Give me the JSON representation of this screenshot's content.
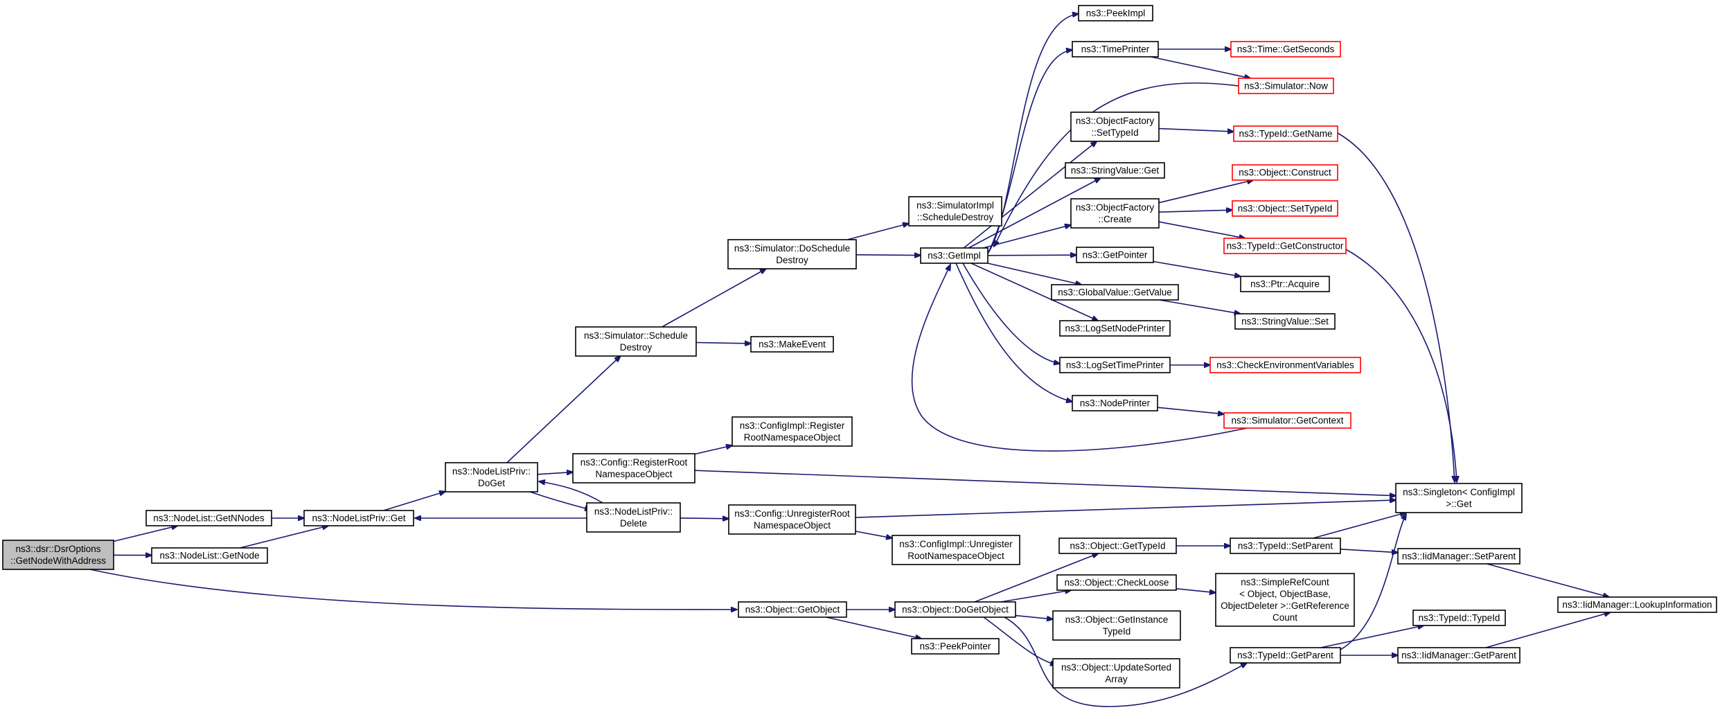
{
  "colors": {
    "edge": "#191970",
    "border": "#000000",
    "border_external": "#ff0000",
    "root_fill": "#bfbfbf"
  },
  "nodes": [
    {
      "id": "root",
      "lines": [
        "ns3::dsr::DsrOptions",
        "::GetNodeWithAddress"
      ],
      "style": "root"
    },
    {
      "id": "getnnodes",
      "lines": [
        "ns3::NodeList::GetNNodes"
      ],
      "style": "normal"
    },
    {
      "id": "getnode",
      "lines": [
        "ns3::NodeList::GetNode"
      ],
      "style": "normal"
    },
    {
      "id": "nlp_get",
      "lines": [
        "ns3::NodeListPriv::Get"
      ],
      "style": "normal"
    },
    {
      "id": "nlp_doget",
      "lines": [
        "ns3::NodeListPriv::",
        "DoGet"
      ],
      "style": "normal"
    },
    {
      "id": "nlp_delete",
      "lines": [
        "ns3::NodeListPriv::",
        "Delete"
      ],
      "style": "normal"
    },
    {
      "id": "sim_schedule_destroy",
      "lines": [
        "ns3::Simulator::Schedule",
        "Destroy"
      ],
      "style": "normal"
    },
    {
      "id": "sim_doschedule_destroy",
      "lines": [
        "ns3::Simulator::DoSchedule",
        "Destroy"
      ],
      "style": "normal"
    },
    {
      "id": "makeevent",
      "lines": [
        "ns3::MakeEvent"
      ],
      "style": "normal"
    },
    {
      "id": "simimpl_scheduledestroy",
      "lines": [
        "ns3::SimulatorImpl",
        "::ScheduleDestroy"
      ],
      "style": "normal"
    },
    {
      "id": "getimpl",
      "lines": [
        "ns3::GetImpl"
      ],
      "style": "normal"
    },
    {
      "id": "config_registerroot",
      "lines": [
        "ns3::Config::RegisterRoot",
        "NamespaceObject"
      ],
      "style": "normal"
    },
    {
      "id": "configimpl_register",
      "lines": [
        "ns3::ConfigImpl::Register",
        "RootNamespaceObject"
      ],
      "style": "normal"
    },
    {
      "id": "config_unregisterroot",
      "lines": [
        "ns3::Config::UnregisterRoot",
        "NamespaceObject"
      ],
      "style": "normal"
    },
    {
      "id": "configimpl_unregister",
      "lines": [
        "ns3::ConfigImpl::Unregister",
        "RootNamespaceObject"
      ],
      "style": "normal"
    },
    {
      "id": "peekimpl",
      "lines": [
        "ns3::PeekImpl"
      ],
      "style": "normal"
    },
    {
      "id": "timeprinter",
      "lines": [
        "ns3::TimePrinter"
      ],
      "style": "normal"
    },
    {
      "id": "time_getseconds",
      "lines": [
        "ns3::Time::GetSeconds"
      ],
      "style": "red"
    },
    {
      "id": "sim_now",
      "lines": [
        "ns3::Simulator::Now"
      ],
      "style": "red"
    },
    {
      "id": "objfactory_settypeid",
      "lines": [
        "ns3::ObjectFactory",
        "::SetTypeId"
      ],
      "style": "normal"
    },
    {
      "id": "typeid_getname",
      "lines": [
        "ns3::TypeId::GetName"
      ],
      "style": "red"
    },
    {
      "id": "stringvalue_get",
      "lines": [
        "ns3::StringValue::Get"
      ],
      "style": "normal"
    },
    {
      "id": "object_construct",
      "lines": [
        "ns3::Object::Construct"
      ],
      "style": "red"
    },
    {
      "id": "objfactory_create",
      "lines": [
        "ns3::ObjectFactory",
        "::Create"
      ],
      "style": "normal"
    },
    {
      "id": "object_settypeid",
      "lines": [
        "ns3::Object::SetTypeId"
      ],
      "style": "red"
    },
    {
      "id": "typeid_getconstructor",
      "lines": [
        "ns3::TypeId::GetConstructor"
      ],
      "style": "red"
    },
    {
      "id": "getpointer",
      "lines": [
        "ns3::GetPointer"
      ],
      "style": "normal"
    },
    {
      "id": "ptr_acquire",
      "lines": [
        "ns3::Ptr::Acquire"
      ],
      "style": "normal"
    },
    {
      "id": "globalvalue_getvalue",
      "lines": [
        "ns3::GlobalValue::GetValue"
      ],
      "style": "normal"
    },
    {
      "id": "stringvalue_set",
      "lines": [
        "ns3::StringValue::Set"
      ],
      "style": "normal"
    },
    {
      "id": "logsetnodeprinter",
      "lines": [
        "ns3::LogSetNodePrinter"
      ],
      "style": "normal"
    },
    {
      "id": "logsettimeprinter",
      "lines": [
        "ns3::LogSetTimePrinter"
      ],
      "style": "normal"
    },
    {
      "id": "checkenv",
      "lines": [
        "ns3::CheckEnvironmentVariables"
      ],
      "style": "red"
    },
    {
      "id": "nodeprinter",
      "lines": [
        "ns3::NodePrinter"
      ],
      "style": "normal"
    },
    {
      "id": "sim_getcontext",
      "lines": [
        "ns3::Simulator::GetContext"
      ],
      "style": "red"
    },
    {
      "id": "singleton_get",
      "lines": [
        "ns3::Singleton< ConfigImpl",
        " >::Get"
      ],
      "style": "normal"
    },
    {
      "id": "object_getobject",
      "lines": [
        "ns3::Object::GetObject"
      ],
      "style": "normal"
    },
    {
      "id": "object_dogetobject",
      "lines": [
        "ns3::Object::DoGetObject"
      ],
      "style": "normal"
    },
    {
      "id": "peekpointer",
      "lines": [
        "ns3::PeekPointer"
      ],
      "style": "normal"
    },
    {
      "id": "object_gettypeid",
      "lines": [
        "ns3::Object::GetTypeId"
      ],
      "style": "normal"
    },
    {
      "id": "object_checkloose",
      "lines": [
        "ns3::Object::CheckLoose"
      ],
      "style": "normal"
    },
    {
      "id": "object_getinstancetypeid",
      "lines": [
        "ns3::Object::GetInstance",
        "TypeId"
      ],
      "style": "normal"
    },
    {
      "id": "object_updatesortedarray",
      "lines": [
        "ns3::Object::UpdateSorted",
        "Array"
      ],
      "style": "normal"
    },
    {
      "id": "typeid_setparent",
      "lines": [
        "ns3::TypeId::SetParent"
      ],
      "style": "normal"
    },
    {
      "id": "simplerefcount",
      "lines": [
        "ns3::SimpleRefCount",
        "< Object, ObjectBase,",
        " ObjectDeleter >::GetReference",
        "Count"
      ],
      "style": "normal"
    },
    {
      "id": "typeid_getparent",
      "lines": [
        "ns3::TypeId::GetParent"
      ],
      "style": "normal"
    },
    {
      "id": "iidmanager_setparent",
      "lines": [
        "ns3::IidManager::SetParent"
      ],
      "style": "normal"
    },
    {
      "id": "typeid_typeid",
      "lines": [
        "ns3::TypeId::TypeId"
      ],
      "style": "normal"
    },
    {
      "id": "iidmanager_getparent",
      "lines": [
        "ns3::IidManager::GetParent"
      ],
      "style": "normal"
    },
    {
      "id": "iidmanager_lookup",
      "lines": [
        "ns3::IidManager::LookupInformation"
      ],
      "style": "normal"
    }
  ],
  "edges": [
    [
      "root",
      "getnnodes"
    ],
    [
      "root",
      "getnode"
    ],
    [
      "root",
      "object_getobject"
    ],
    [
      "getnnodes",
      "nlp_get"
    ],
    [
      "getnode",
      "nlp_get"
    ],
    [
      "nlp_get",
      "nlp_doget"
    ],
    [
      "nlp_doget",
      "sim_schedule_destroy"
    ],
    [
      "nlp_doget",
      "config_registerroot"
    ],
    [
      "nlp_doget",
      "nlp_delete"
    ],
    [
      "nlp_delete",
      "nlp_get"
    ],
    [
      "nlp_delete",
      "nlp_doget"
    ],
    [
      "nlp_delete",
      "config_unregisterroot"
    ],
    [
      "sim_schedule_destroy",
      "sim_doschedule_destroy"
    ],
    [
      "sim_schedule_destroy",
      "makeevent"
    ],
    [
      "sim_doschedule_destroy",
      "simimpl_scheduledestroy"
    ],
    [
      "sim_doschedule_destroy",
      "getimpl"
    ],
    [
      "getimpl",
      "peekimpl"
    ],
    [
      "getimpl",
      "timeprinter"
    ],
    [
      "getimpl",
      "objfactory_settypeid"
    ],
    [
      "getimpl",
      "stringvalue_get"
    ],
    [
      "getimpl",
      "objfactory_create"
    ],
    [
      "getimpl",
      "getpointer"
    ],
    [
      "getimpl",
      "globalvalue_getvalue"
    ],
    [
      "getimpl",
      "logsetnodeprinter"
    ],
    [
      "getimpl",
      "logsettimeprinter"
    ],
    [
      "getimpl",
      "nodeprinter"
    ],
    [
      "timeprinter",
      "time_getseconds"
    ],
    [
      "timeprinter",
      "sim_now"
    ],
    [
      "sim_now",
      "getimpl"
    ],
    [
      "objfactory_settypeid",
      "typeid_getname"
    ],
    [
      "objfactory_create",
      "object_construct"
    ],
    [
      "objfactory_create",
      "object_settypeid"
    ],
    [
      "objfactory_create",
      "typeid_getconstructor"
    ],
    [
      "getpointer",
      "ptr_acquire"
    ],
    [
      "globalvalue_getvalue",
      "stringvalue_set"
    ],
    [
      "logsettimeprinter",
      "checkenv"
    ],
    [
      "nodeprinter",
      "sim_getcontext"
    ],
    [
      "sim_getcontext",
      "getimpl"
    ],
    [
      "typeid_getname",
      "singleton_get"
    ],
    [
      "typeid_getconstructor",
      "singleton_get"
    ],
    [
      "config_registerroot",
      "configimpl_register"
    ],
    [
      "config_registerroot",
      "singleton_get"
    ],
    [
      "config_unregisterroot",
      "singleton_get"
    ],
    [
      "config_unregisterroot",
      "configimpl_unregister"
    ],
    [
      "object_getobject",
      "object_dogetobject"
    ],
    [
      "object_getobject",
      "peekpointer"
    ],
    [
      "object_dogetobject",
      "object_gettypeid"
    ],
    [
      "object_dogetobject",
      "object_checkloose"
    ],
    [
      "object_dogetobject",
      "object_getinstancetypeid"
    ],
    [
      "object_dogetobject",
      "object_updatesortedarray"
    ],
    [
      "object_dogetobject",
      "typeid_getparent"
    ],
    [
      "object_gettypeid",
      "typeid_setparent"
    ],
    [
      "object_checkloose",
      "simplerefcount"
    ],
    [
      "typeid_setparent",
      "singleton_get"
    ],
    [
      "typeid_setparent",
      "iidmanager_setparent"
    ],
    [
      "typeid_getparent",
      "singleton_get"
    ],
    [
      "typeid_getparent",
      "typeid_typeid"
    ],
    [
      "typeid_getparent",
      "iidmanager_getparent"
    ],
    [
      "iidmanager_setparent",
      "iidmanager_lookup"
    ],
    [
      "iidmanager_getparent",
      "iidmanager_lookup"
    ]
  ]
}
